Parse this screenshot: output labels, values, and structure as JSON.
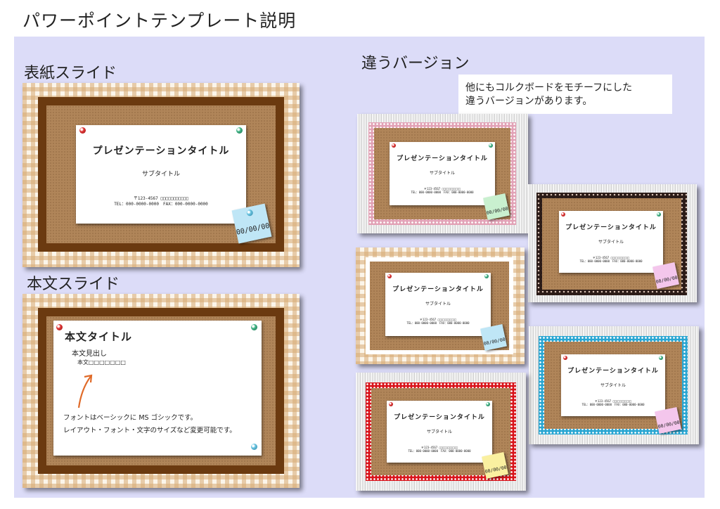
{
  "page_title": "パワーポイントテンプレート説明",
  "sections": {
    "cover": "表紙スライド",
    "body": "本文スライド",
    "alt": "違うバージョン"
  },
  "note": {
    "line1": "他にもコルクボードをモチーフにした",
    "line2": "違うバージョンがあります。"
  },
  "slide": {
    "title": "プレゼンテーションタイトル",
    "subtitle": "サブタイトル",
    "addr1": "〒123-4567 □□□□□□□□□□□",
    "addr2": "TEL：000-0000-0000　FAX：000-0000-0000",
    "date": "00/00/00"
  },
  "body_slide": {
    "title": "本文タイトル",
    "heading": "本文見出し",
    "text": "本文□□□□□□□",
    "note1": "フォントはベーシックに MS ゴシックです。",
    "note2": "レイアウト・フォント・文字のサイズなど変更可能です。"
  },
  "colors": {
    "panel": "#dcdcf8",
    "frame_brown": "#6b3a10",
    "cork": "#b08559",
    "arrow": "#e06a28",
    "sticky_blue": "#bfe6f6",
    "sticky_green": "#c9f0cf",
    "sticky_pink": "#f4c6ec",
    "sticky_yellow": "#faf0a0"
  }
}
